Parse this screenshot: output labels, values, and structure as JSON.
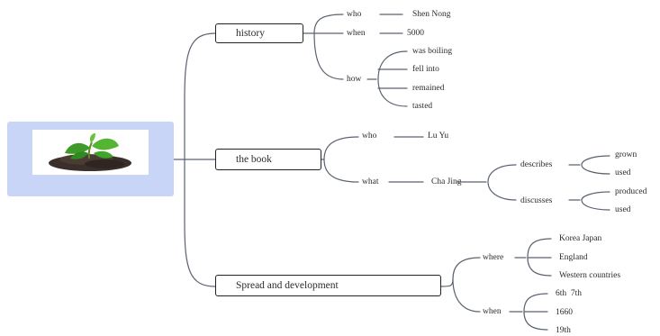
{
  "root": {
    "image": "tea-plant-image"
  },
  "branches": {
    "history": {
      "label": "history",
      "who": {
        "label": "who",
        "value": "Shen Nong"
      },
      "when": {
        "label": "when",
        "value": "5000"
      },
      "how": {
        "label": "how",
        "items": [
          "was boiling",
          "fell into",
          "remained",
          "tasted"
        ]
      }
    },
    "book": {
      "label": "the book",
      "who": {
        "label": "who",
        "value": "Lu Yu"
      },
      "what": {
        "label": "what",
        "value": "Cha Jing",
        "describes": {
          "label": "describes",
          "items": [
            "grown",
            "used"
          ]
        },
        "discusses": {
          "label": "discusses",
          "items": [
            "produced",
            "used"
          ]
        }
      }
    },
    "spread": {
      "label": "Spread and development",
      "where": {
        "label": "where",
        "items": [
          "Korea Japan",
          "England",
          "Western countries"
        ]
      },
      "when": {
        "label": "when",
        "items": [
          "6th  7th",
          "1660",
          "19th"
        ]
      }
    }
  }
}
